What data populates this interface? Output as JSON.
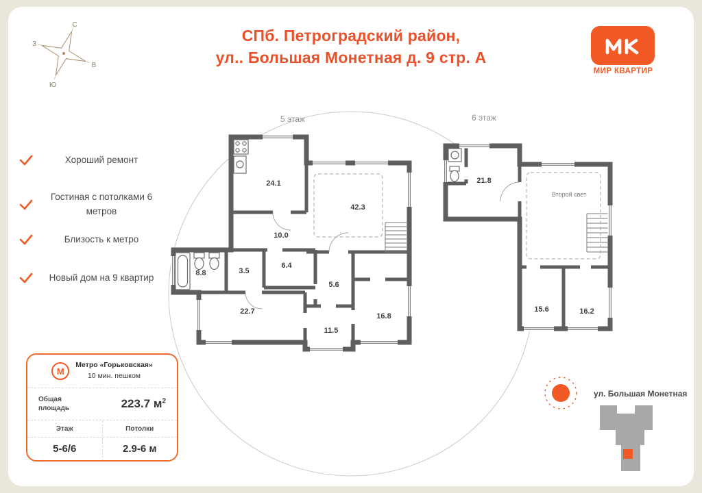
{
  "header": {
    "title_line1": "СПб. Петроградский район,",
    "title_line2": "ул.. Большая Монетная д. 9 стр. А"
  },
  "compass": {
    "north": "С",
    "south": "Ю",
    "west": "З",
    "east": "В"
  },
  "logo": {
    "brand": "МИР КВАРТИР"
  },
  "features": [
    {
      "label": "Хороший ремонт"
    },
    {
      "label": "Гостиная с потолками 6 метров"
    },
    {
      "label": "Близость к метро"
    },
    {
      "label": "Новый дом на 9 квартир"
    }
  ],
  "summary": {
    "metro_m": "М",
    "metro_name": "Метро «Горьковская»",
    "metro_walk": "10 мин. пешком",
    "area_label": "Общая площадь",
    "area_value": "223.7 м",
    "area_sup": "2",
    "floor_label": "Этаж",
    "floor_value": "5-6/6",
    "ceiling_label": "Потолки",
    "ceiling_value": "2.9-6 м"
  },
  "floor5": {
    "label": "5 этаж",
    "rooms": {
      "kitchen": "24.1",
      "living": "42.3",
      "hall": "10.0",
      "room_6_4": "6.4",
      "room_3_5": "3.5",
      "bath": "8.8",
      "room_5_6": "5.6",
      "room_22_7": "22.7",
      "room_11_5": "11.5",
      "room_16_8": "16.8"
    }
  },
  "floor6": {
    "label": "6 этаж",
    "rooms": {
      "room_21_8": "21.8",
      "second_light": "Второй свет",
      "room_15_6": "15.6",
      "room_16_2": "16.2"
    }
  },
  "map": {
    "street": "ул. Большая Монетная"
  },
  "colors": {
    "accent": "#f15a24",
    "wall": "#5e5e5e",
    "background": "#ebe6db"
  }
}
